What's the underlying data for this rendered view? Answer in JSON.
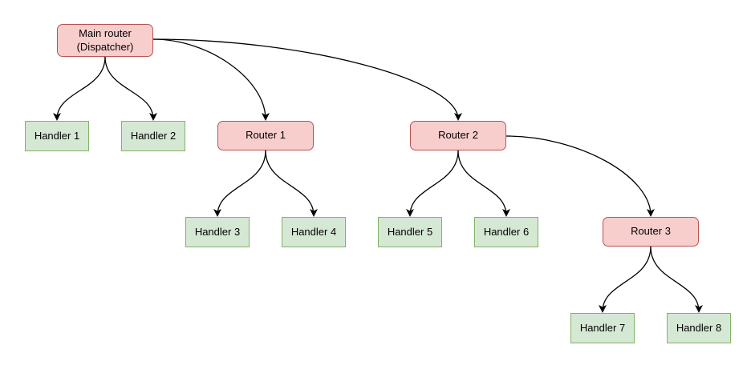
{
  "diagram": {
    "type": "tree-flowchart",
    "nodes": {
      "main_router": {
        "label": "Main router\n(Dispatcher)",
        "kind": "router"
      },
      "handler1": {
        "label": "Handler 1",
        "kind": "handler"
      },
      "handler2": {
        "label": "Handler 2",
        "kind": "handler"
      },
      "router1": {
        "label": "Router 1",
        "kind": "router"
      },
      "router2": {
        "label": "Router 2",
        "kind": "router"
      },
      "handler3": {
        "label": "Handler 3",
        "kind": "handler"
      },
      "handler4": {
        "label": "Handler 4",
        "kind": "handler"
      },
      "handler5": {
        "label": "Handler 5",
        "kind": "handler"
      },
      "handler6": {
        "label": "Handler 6",
        "kind": "handler"
      },
      "router3": {
        "label": "Router 3",
        "kind": "router"
      },
      "handler7": {
        "label": "Handler 7",
        "kind": "handler"
      },
      "handler8": {
        "label": "Handler 8",
        "kind": "handler"
      }
    },
    "edges": [
      {
        "from": "main_router",
        "to": "handler1"
      },
      {
        "from": "main_router",
        "to": "handler2"
      },
      {
        "from": "main_router",
        "to": "router1"
      },
      {
        "from": "main_router",
        "to": "router2"
      },
      {
        "from": "router1",
        "to": "handler3"
      },
      {
        "from": "router1",
        "to": "handler4"
      },
      {
        "from": "router2",
        "to": "handler5"
      },
      {
        "from": "router2",
        "to": "handler6"
      },
      {
        "from": "router2",
        "to": "router3"
      },
      {
        "from": "router3",
        "to": "handler7"
      },
      {
        "from": "router3",
        "to": "handler8"
      }
    ],
    "colors": {
      "router_fill": "#f8cecc",
      "router_border": "#b85450",
      "handler_fill": "#d5e8d4",
      "handler_border": "#82b366",
      "edge": "#000000",
      "background": "#ffffff"
    }
  }
}
